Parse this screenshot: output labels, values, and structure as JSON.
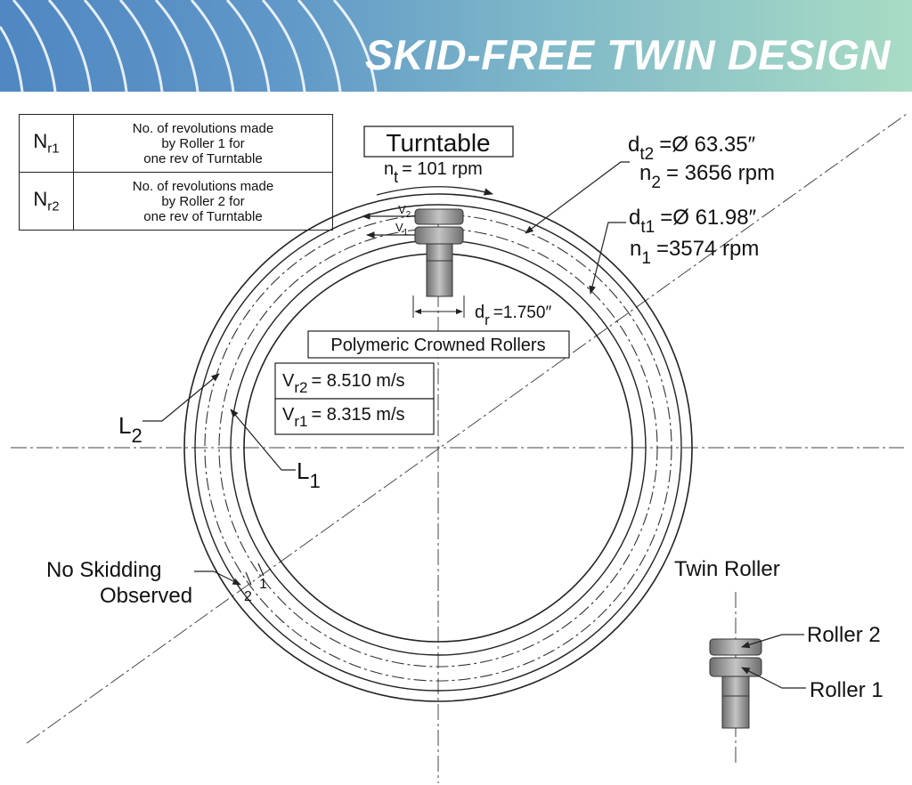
{
  "banner": {
    "title": "SKID-FREE TWIN DESIGN"
  },
  "legend": {
    "rows": [
      {
        "symbol": "N",
        "sub": "r1",
        "desc": [
          "No. of revolutions made",
          "by Roller 1 for",
          "one rev of Turntable"
        ]
      },
      {
        "symbol": "N",
        "sub": "r2",
        "desc": [
          "No. of revolutions made",
          "by Roller 2 for",
          "one rev of Turntable"
        ]
      }
    ]
  },
  "turntable": {
    "label": "Turntable",
    "speed_sym": "n",
    "speed_sub": "t",
    "speed_val": "= 101 rpm"
  },
  "track2": {
    "d_sym": "d",
    "d_sub": "t2",
    "d_val": "=Ø 63.35″",
    "n_sym": "n",
    "n_sub": "2",
    "n_val": "= 3656 rpm"
  },
  "track1": {
    "d_sym": "d",
    "d_sub": "t1",
    "d_val": "=Ø 61.98″",
    "n_sym": "n",
    "n_sub": "1",
    "n_val": "=3574 rpm"
  },
  "roller": {
    "d_sym": "d",
    "d_sub": "r",
    "d_val": "=1.750″",
    "v2_sym": "V",
    "v2_sub": "2",
    "v1_sym": "V",
    "v1_sub": "1"
  },
  "rollers_label": "Polymeric Crowned Rollers",
  "velocities": [
    {
      "sym": "V",
      "sub": "r2",
      "val": "= 8.510 m/s"
    },
    {
      "sym": "V",
      "sub": "r1",
      "val": "= 8.315 m/s"
    }
  ],
  "paths": {
    "l2_sym": "L",
    "l2_sub": "2",
    "l1_sym": "L",
    "l1_sub": "1"
  },
  "skid": {
    "line1": "No Skidding",
    "line2": "Observed",
    "mark2": "2",
    "mark1": "1"
  },
  "twin": {
    "title": "Twin Roller",
    "roller2": "Roller 2",
    "roller1": "Roller 1"
  }
}
